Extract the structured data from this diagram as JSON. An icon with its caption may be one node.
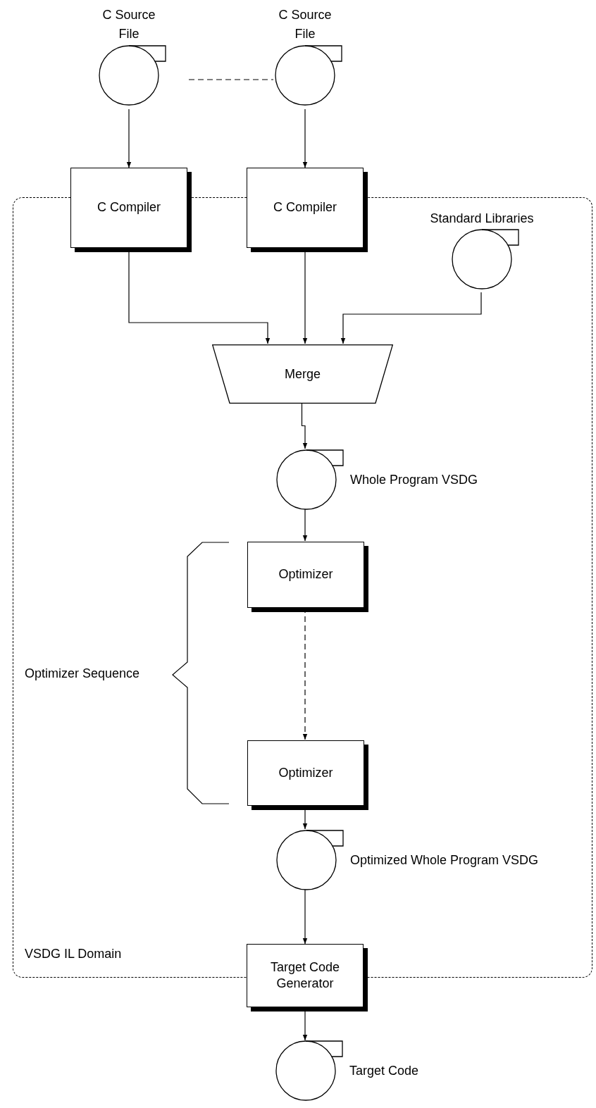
{
  "diagram": {
    "nodes": [
      {
        "text": [
          "C Source File"
        ]
      },
      {
        "text": [
          "C Source File"
        ]
      },
      {
        "text": [
          "VSDG IL Domain"
        ]
      },
      {
        "text": [
          "C Compiler"
        ]
      },
      {
        "text": [
          "C Compiler"
        ]
      },
      {
        "text": [
          "Standard Libraries"
        ],
        "in": 2
      },
      {
        "text": [
          "Merge"
        ],
        "in": 2
      },
      {
        "text": [
          "Whole Program VSDG"
        ],
        "in": 2
      },
      {
        "text": [
          "Optimizer"
        ],
        "in": 2
      },
      {
        "text": [
          "Optimizer"
        ],
        "in": 2
      },
      {
        "text": [
          "Optimized Whole Program VSDG"
        ],
        "in": 2
      },
      {
        "text": [
          "Target Code Generator"
        ]
      },
      {
        "text": [
          "Target Code"
        ]
      }
    ],
    "edges": [
      {
        "from": 0,
        "to": 1,
        "arrow": "none",
        "style": "dashed"
      },
      {
        "from": 0,
        "to": 3,
        "arrow": "to"
      },
      {
        "from": 1,
        "to": 4,
        "arrow": "to"
      },
      {
        "from": 3,
        "to": 6,
        "arrow": "to"
      },
      {
        "from": 4,
        "to": 6,
        "arrow": "to"
      },
      {
        "from": 5,
        "to": 6,
        "arrow": "to"
      },
      {
        "from": 6,
        "to": 7,
        "arrow": "to"
      },
      {
        "from": 7,
        "to": 8,
        "arrow": "to"
      },
      {
        "from": 8,
        "to": 9,
        "arrow": "to",
        "style": "dashed"
      },
      {
        "from": 9,
        "to": 10,
        "arrow": "to"
      },
      {
        "from": 10,
        "to": 11,
        "arrow": "to"
      },
      {
        "from": 11,
        "to": 12,
        "arrow": "to"
      }
    ],
    "labels": [
      "Optimizer Sequence"
    ]
  }
}
